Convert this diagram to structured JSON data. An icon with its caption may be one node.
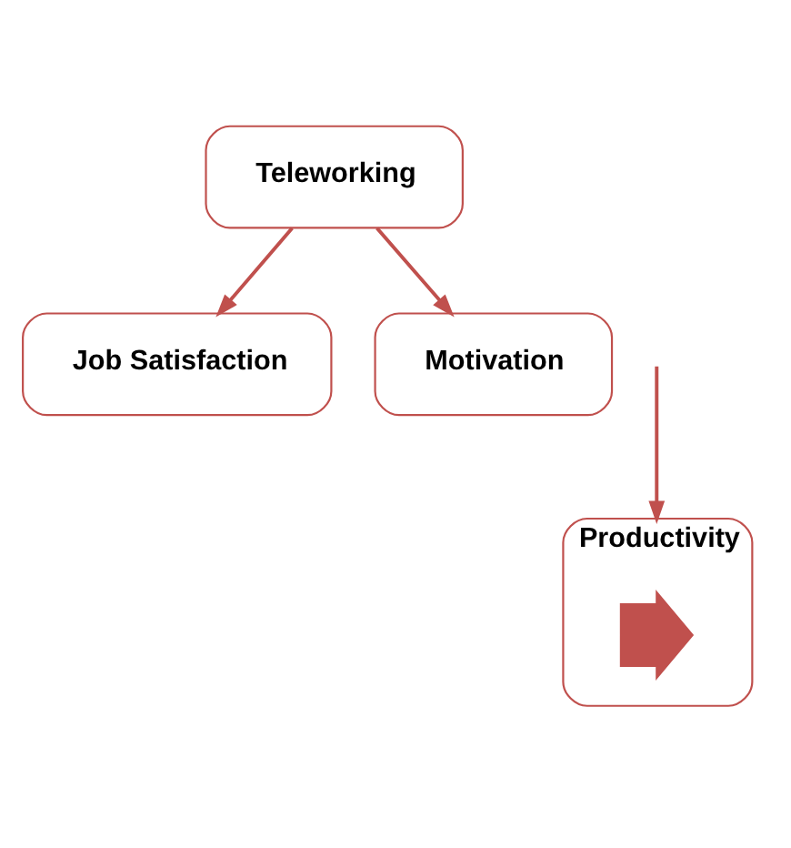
{
  "diagram": {
    "nodes": [
      {
        "text": [
          "Teleworking"
        ]
      },
      {
        "text": [
          "Job Satisfaction"
        ]
      },
      {
        "text": [
          "Motivation"
        ]
      },
      {
        "text": [
          "Productivity"
        ]
      },
      {
        "text": [],
        "shape": "arrow",
        "in": 3
      }
    ],
    "edges": [
      {
        "from": 0,
        "to": 1,
        "arrow": "to"
      },
      {
        "from": 0,
        "to": 2,
        "arrow": "to"
      },
      {
        "from": null,
        "to": 3,
        "arrow": "to"
      }
    ]
  }
}
